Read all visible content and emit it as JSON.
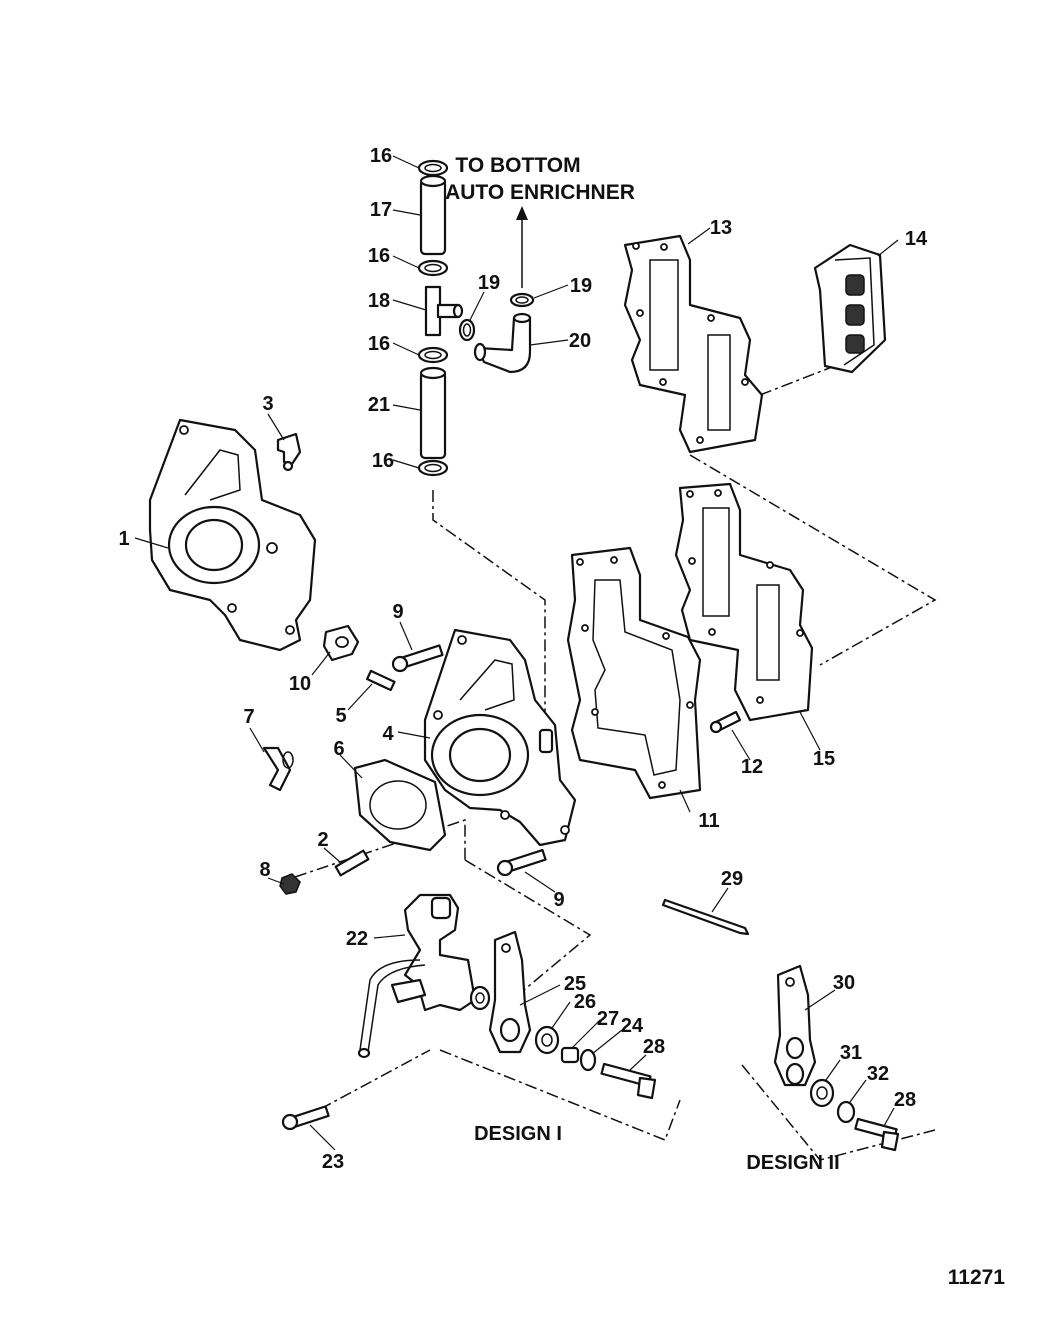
{
  "notes": {
    "to_bottom_line1": "TO BOTTOM",
    "to_bottom_line2": "AUTO ENRICHNER"
  },
  "designs": {
    "design_1": "DESIGN I",
    "design_2": "DESIGN II"
  },
  "figure_number": "11271",
  "callouts": [
    "1",
    "2",
    "3",
    "4",
    "5",
    "6",
    "7",
    "8",
    "9",
    "9",
    "10",
    "11",
    "12",
    "13",
    "14",
    "15",
    "16",
    "16",
    "16",
    "16",
    "17",
    "18",
    "19",
    "19",
    "20",
    "21",
    "22",
    "23",
    "24",
    "25",
    "26",
    "27",
    "28",
    "28",
    "29",
    "30",
    "31",
    "32"
  ]
}
